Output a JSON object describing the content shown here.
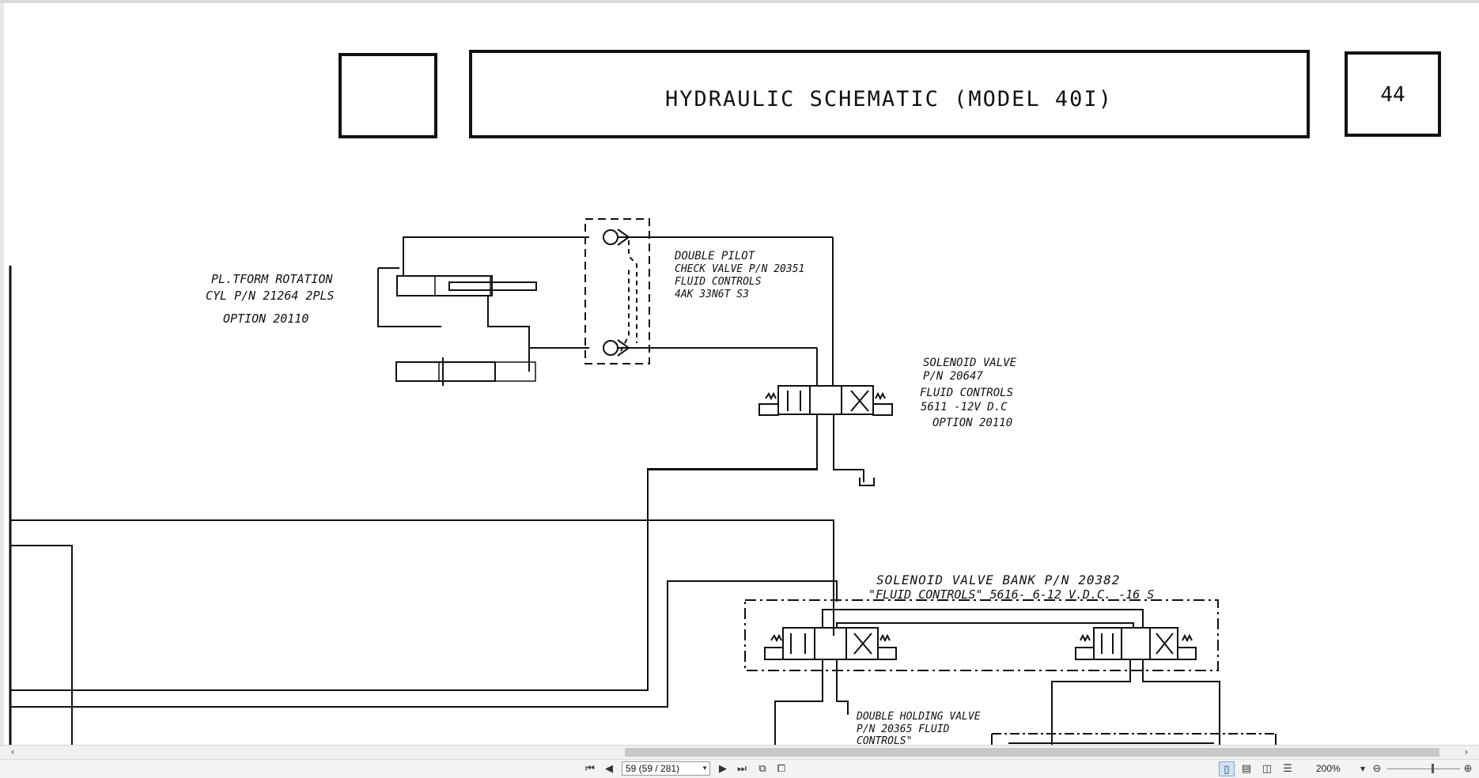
{
  "document": {
    "title": "HYDRAULIC SCHEMATIC (MODEL 40I)",
    "page_number": "44",
    "labels": {
      "platform": [
        "PL.TFORM ROTATION",
        "CYL P/N 21264  2PLS",
        "OPTION 20110"
      ],
      "check_valve": [
        "DOUBLE PILOT",
        "CHECK VALVE  P/N 20351",
        "FLUID CONTROLS",
        "4AK 33N6T  S3"
      ],
      "solenoid_valve": [
        "SOLENOID VALVE",
        "P/N 20647",
        "FLUID CONTROLS",
        "5611 -12V D.C",
        "OPTION 20110"
      ],
      "valve_bank": [
        "SOLENOID VALVE BANK  P/N 20382",
        "\"FLUID CONTROLS\"  5616- 6-12 V.D.C.  -16 S"
      ],
      "holding_valve": [
        "DOUBLE HOLDING VALVE",
        "P/N 20365  FLUID",
        "CONTROLS\""
      ]
    }
  },
  "toolbar": {
    "page_field": "59 (59 / 281)",
    "zoom": "200%"
  }
}
